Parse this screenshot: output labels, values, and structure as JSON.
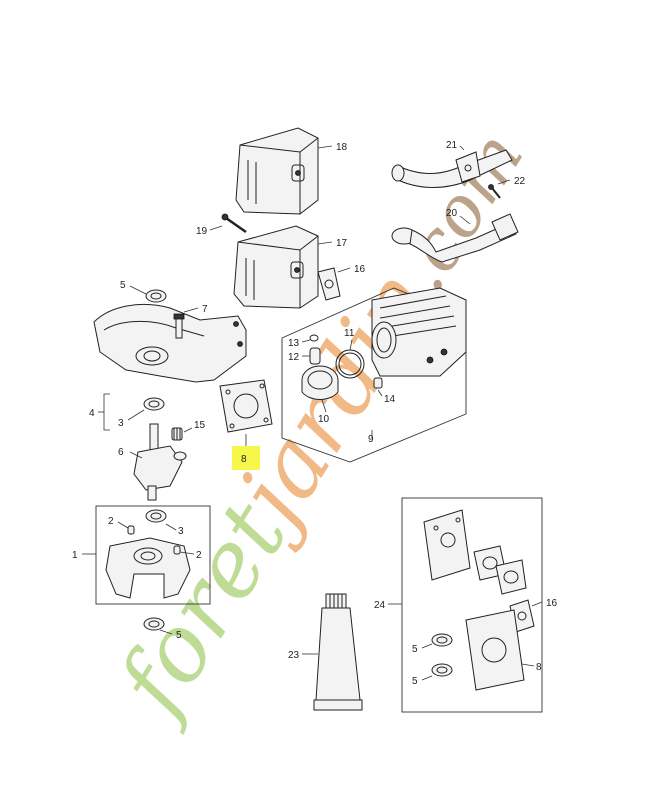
{
  "watermark": {
    "text": "foretjardin.com",
    "color_green": "#b9d98c",
    "color_orange": "#f0b27a",
    "color_brown": "#b39a7c"
  },
  "highlight_color": "#f7f74a",
  "labels": {
    "l1": "1",
    "l2a": "2",
    "l2b": "2",
    "l3a": "3",
    "l3b": "3",
    "l4": "4",
    "l5a": "5",
    "l5b": "5",
    "l5c": "5",
    "l5d": "5",
    "l6": "6",
    "l7": "7",
    "l8a": "8",
    "l8b": "8",
    "l9": "9",
    "l10": "10",
    "l11": "11",
    "l12": "12",
    "l13": "13",
    "l14": "14",
    "l15": "15",
    "l16a": "16",
    "l16b": "16",
    "l17": "17",
    "l18": "18",
    "l19": "19",
    "l20": "20",
    "l21": "21",
    "l22": "22",
    "l23": "23",
    "l24": "24"
  }
}
